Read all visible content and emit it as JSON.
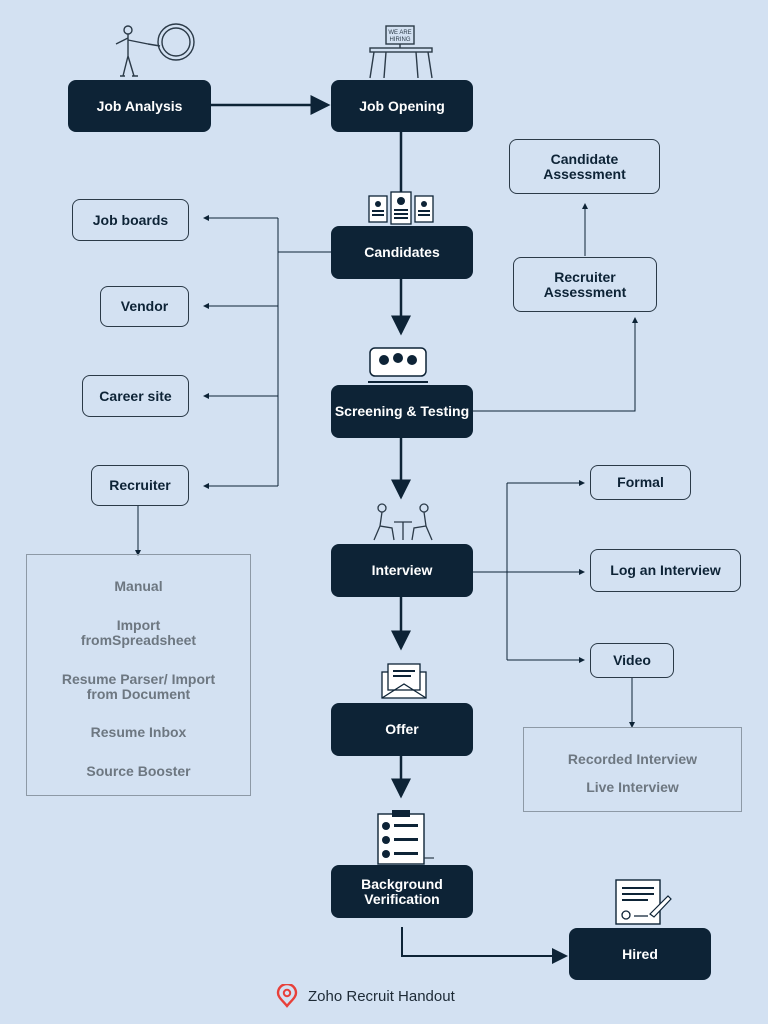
{
  "nodes": {
    "job_analysis": "Job Analysis",
    "job_opening": "Job Opening",
    "candidates": "Candidates",
    "job_boards": "Job boards",
    "vendor": "Vendor",
    "career_site": "Career site",
    "recruiter": "Recruiter",
    "candidate_assessment": "Candidate Assessment",
    "recruiter_assessment": "Recruiter Assessment",
    "screening_testing": "Screening & Testing",
    "interview": "Interview",
    "formal": "Formal",
    "log_interview": "Log an Interview",
    "video": "Video",
    "offer": "Offer",
    "background_verification": "Background Verification",
    "hired": "Hired"
  },
  "sourcing_methods": [
    "Manual",
    "Import fromSpreadsheet",
    "Resume Parser/ Import from Document",
    "Resume Inbox",
    "Source Booster"
  ],
  "interview_types": [
    "Recorded Interview",
    "Live Interview"
  ],
  "footer": {
    "brand": "Zoho Recruit Handout",
    "logo_icon": "zoho-location-pin-icon"
  },
  "colors": {
    "background": "#d3e1f2",
    "node_dark": "#0d2336",
    "brand_red": "#e8403a"
  }
}
